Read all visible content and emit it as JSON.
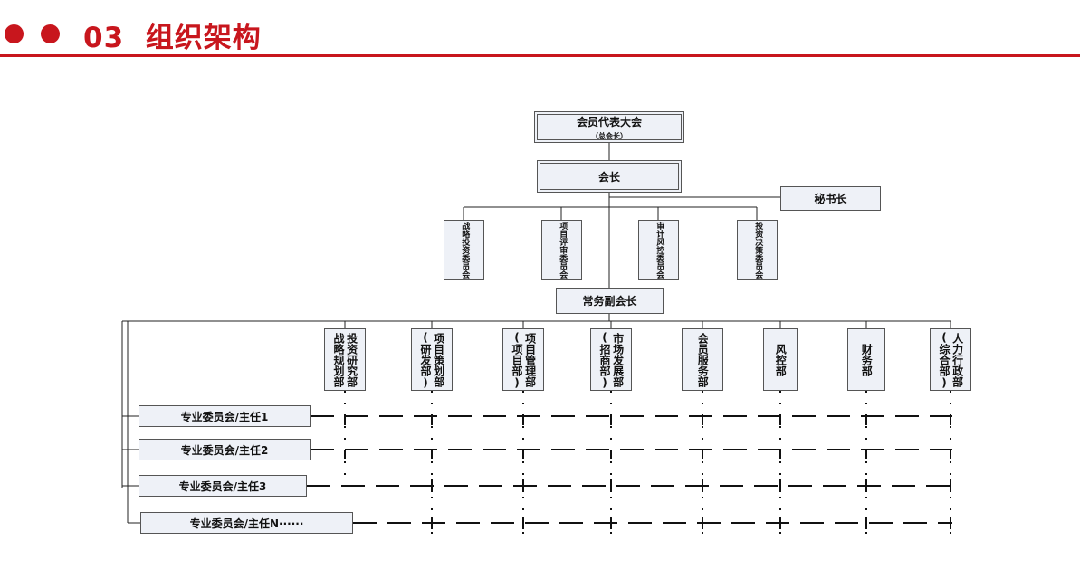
{
  "header": {
    "number": "03",
    "title": "组织架构",
    "accent_color": "#c8161d"
  },
  "chart": {
    "top": {
      "label": "会员代表大会",
      "sub": "（总会长）"
    },
    "president": {
      "label": "会长"
    },
    "secretary": {
      "label": "秘书长"
    },
    "committees": [
      "战略投资委员会",
      "项目评审委员会",
      "审计风控委员会",
      "投资决策委员会"
    ],
    "executive": {
      "label": "常务副会长"
    },
    "departments": [
      {
        "col1": "战略规划部",
        "col2": "投资研究部"
      },
      {
        "col1": "(研发部)",
        "col2": "项目策划部"
      },
      {
        "col1": "(项目部)",
        "col2": "项目管理部"
      },
      {
        "col1": "(招商部)",
        "col2": "市场发展部"
      },
      {
        "col1": "会员服务部",
        "col2": ""
      },
      {
        "col1": "风控部",
        "col2": ""
      },
      {
        "col1": "财务部",
        "col2": ""
      },
      {
        "col1": "(综合部)",
        "col2": "人力行政部"
      }
    ],
    "special_committees": [
      "专业委员会/主任1",
      "专业委员会/主任2",
      "专业委员会/主任3",
      "专业委员会/主任N······"
    ]
  }
}
